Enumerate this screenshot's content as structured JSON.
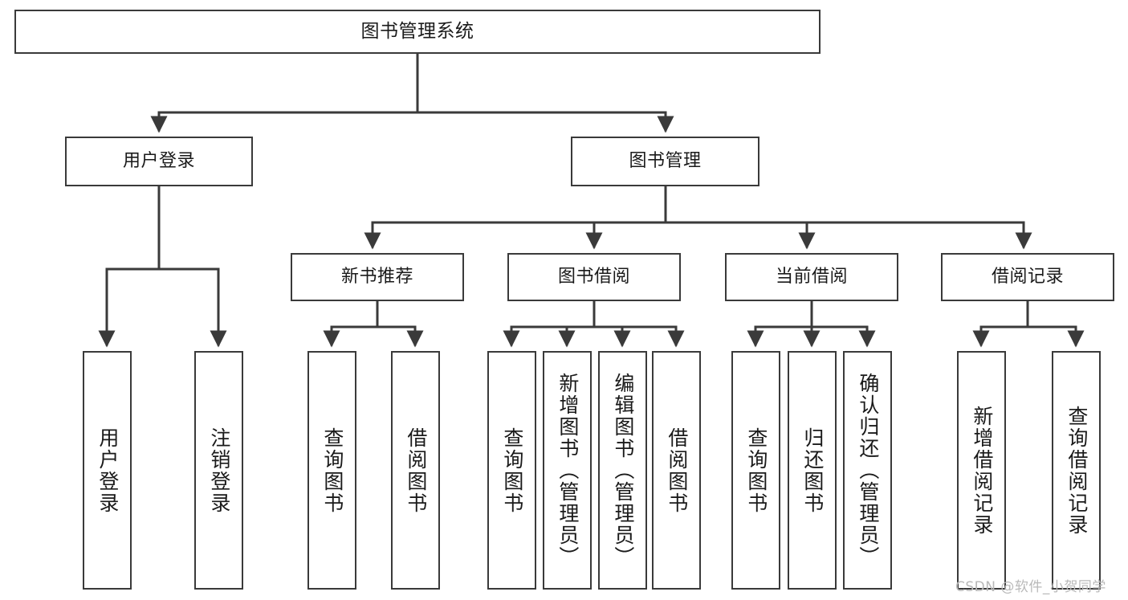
{
  "diagram": {
    "type": "tree",
    "title": "图书管理系统",
    "watermark": "CSDN @软件_小贺同学",
    "style": {
      "border_color": "#3a3a3a",
      "text_color": "#1a1a1a",
      "background": "#ffffff",
      "watermark_color": "#b9b9b9"
    },
    "nodes": {
      "root": {
        "label": "图书管理系统"
      },
      "level2": [
        {
          "id": "user-login",
          "label": "用户登录"
        },
        {
          "id": "book-manage",
          "label": "图书管理"
        }
      ],
      "level3": [
        {
          "id": "new-book-rec",
          "label": "新书推荐"
        },
        {
          "id": "book-borrow",
          "label": "图书借阅"
        },
        {
          "id": "current-borrow",
          "label": "当前借阅"
        },
        {
          "id": "borrow-record",
          "label": "借阅记录"
        }
      ],
      "leaves": [
        {
          "id": "leaf-user-login",
          "label": "用户登录",
          "parent": "user-login"
        },
        {
          "id": "leaf-logout",
          "label": "注销登录",
          "parent": "user-login"
        },
        {
          "id": "leaf-query-book-1",
          "label": "查询图书",
          "parent": "new-book-rec"
        },
        {
          "id": "leaf-borrow-book-1",
          "label": "借阅图书",
          "parent": "new-book-rec"
        },
        {
          "id": "leaf-query-book-2",
          "label": "查询图书",
          "parent": "book-borrow"
        },
        {
          "id": "leaf-add-book",
          "label": "新增图书（管理员）",
          "parent": "book-borrow"
        },
        {
          "id": "leaf-edit-book",
          "label": "编辑图书（管理员）",
          "parent": "book-borrow"
        },
        {
          "id": "leaf-borrow-book-2",
          "label": "借阅图书",
          "parent": "book-borrow"
        },
        {
          "id": "leaf-query-book-3",
          "label": "查询图书",
          "parent": "current-borrow"
        },
        {
          "id": "leaf-return-book",
          "label": "归还图书",
          "parent": "current-borrow"
        },
        {
          "id": "leaf-confirm-return",
          "label": "确认归还（管理员）",
          "parent": "current-borrow"
        },
        {
          "id": "leaf-add-record",
          "label": "新增借阅记录",
          "parent": "borrow-record"
        },
        {
          "id": "leaf-query-record",
          "label": "查询借阅记录",
          "parent": "borrow-record"
        }
      ]
    }
  }
}
